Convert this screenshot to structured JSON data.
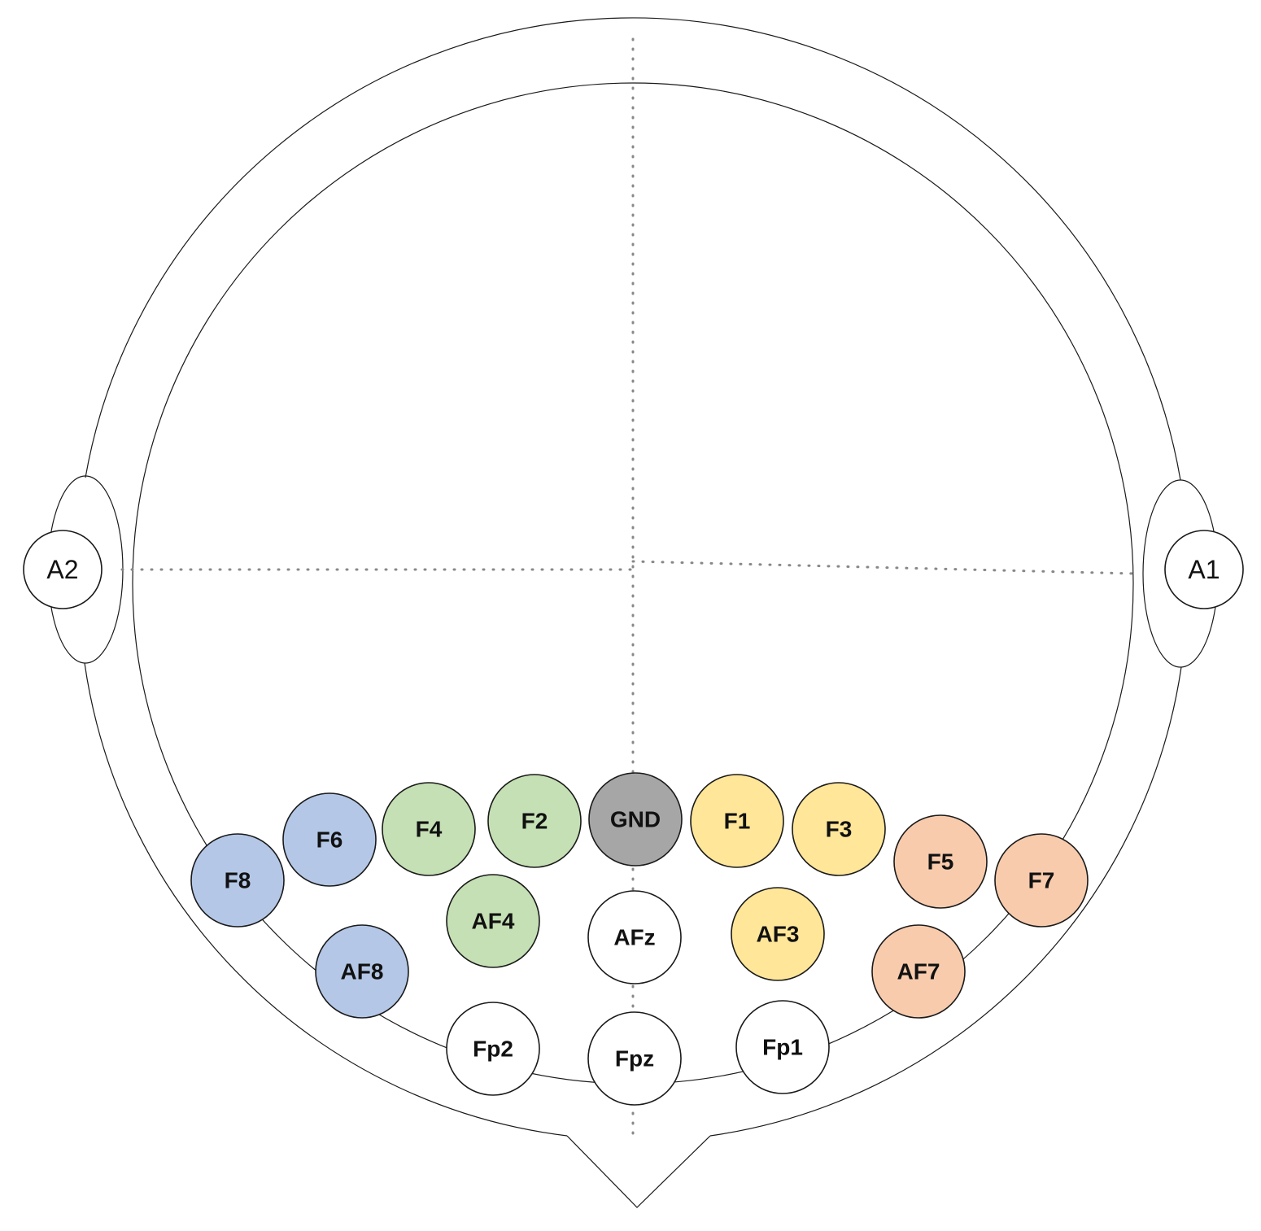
{
  "colors": {
    "blue": "#b4c7e7",
    "green": "#c5e0b4",
    "yellow": "#ffe699",
    "orange": "#f8cbad",
    "gray": "#a6a6a6",
    "white": "#ffffff",
    "outline": "#1a1a1a",
    "guide": "#888888"
  },
  "ears": [
    {
      "label": "A2"
    },
    {
      "label": "A1"
    }
  ],
  "electrodes": [
    {
      "label": "F8",
      "color": "blue"
    },
    {
      "label": "F6",
      "color": "blue"
    },
    {
      "label": "F4",
      "color": "green"
    },
    {
      "label": "F2",
      "color": "green"
    },
    {
      "label": "GND",
      "color": "gray"
    },
    {
      "label": "F1",
      "color": "yellow"
    },
    {
      "label": "F3",
      "color": "yellow"
    },
    {
      "label": "F5",
      "color": "orange"
    },
    {
      "label": "F7",
      "color": "orange"
    },
    {
      "label": "AF8",
      "color": "blue"
    },
    {
      "label": "AF4",
      "color": "green"
    },
    {
      "label": "AFz",
      "color": "white"
    },
    {
      "label": "AF3",
      "color": "yellow"
    },
    {
      "label": "AF7",
      "color": "orange"
    },
    {
      "label": "Fp2",
      "color": "white"
    },
    {
      "label": "Fpz",
      "color": "white"
    },
    {
      "label": "Fp1",
      "color": "white"
    }
  ]
}
